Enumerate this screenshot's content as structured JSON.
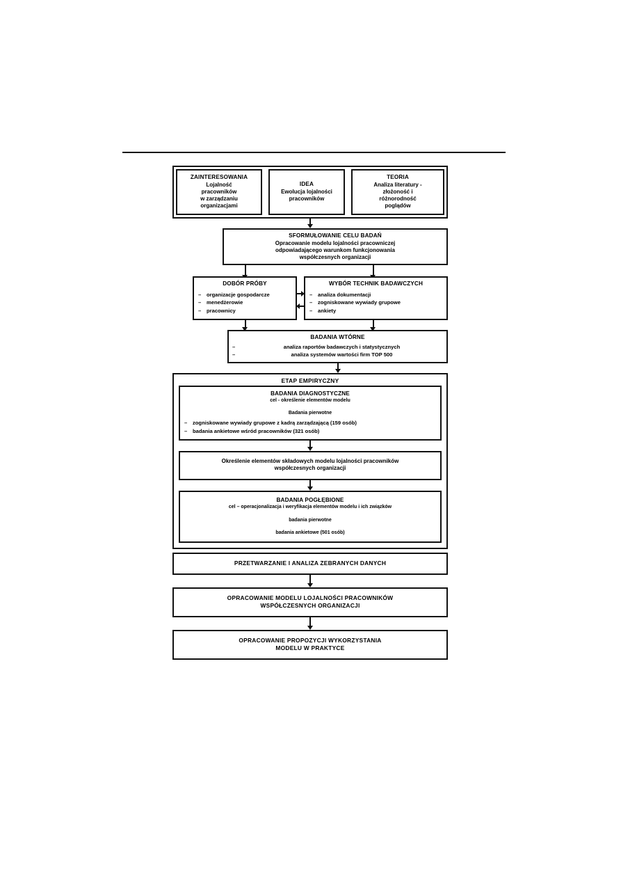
{
  "figure": {
    "type": "flowchart",
    "language": "pl",
    "orientation": "top-down",
    "rule_above": true
  },
  "inputs": {
    "interests": {
      "title": "ZAINTERESOWANIA",
      "lines": [
        "Lojalność",
        "pracowników",
        "w zarządzaniu",
        "organizacjami"
      ]
    },
    "idea": {
      "title": "IDEA",
      "lines": [
        "Ewolucja lojalności",
        "pracowników"
      ]
    },
    "theory": {
      "title": "TEORIA",
      "lines": [
        "Analiza literatury -",
        "złożoność i",
        "różnorodność",
        "poglądów"
      ]
    }
  },
  "goal": {
    "title": "SFORMUŁOWANIE CELU BADAŃ",
    "lines": [
      "Opracowanie modelu lojalności pracowniczej",
      "odpowiadającego warunkom funkcjonowania",
      "współczesnych organizacji"
    ]
  },
  "sample": {
    "title": "DOBÓR PRÓBY",
    "items": [
      "organizacje gospodarcze",
      "menedżerowie",
      "pracownicy"
    ]
  },
  "techniques": {
    "title": "WYBÓR TECHNIK BADAWCZYCH",
    "items": [
      "analiza dokumentacji",
      "zogniskowane wywiady grupowe",
      "ankiety"
    ]
  },
  "secondary": {
    "title": "BADANIA WTÓRNE",
    "items": [
      "analiza raportów badawczych i statystycznych",
      "analiza systemów wartości firm TOP 500"
    ]
  },
  "empirical": {
    "title": "ETAP EMPIRYCZNY",
    "diagnostic": {
      "title": "BADANIA DIAGNOSTYCZNE",
      "subtitle": "cel - określenie elementów modelu",
      "section_label": "Badania pierwotne",
      "items": [
        "zogniskowane wywiady grupowe z kadrą zarządzającą  (159 osób)",
        "badania ankietowe wśród pracowników  (321 osób)"
      ]
    },
    "elements": {
      "lines": [
        "Określenie elementów składowych modelu lojalności pracowników",
        "współczesnych organizacji"
      ]
    },
    "deep": {
      "title": "BADANIA POGŁĘBIONE",
      "subtitle": "cel – operacjonalizacja i weryfikacja elementów modelu i ich związków",
      "section_label": "badania pierwotne",
      "detail": "badania ankietowe (501 osób)"
    }
  },
  "processing": {
    "title": "PRZETWARZANIE I ANALIZA ZEBRANYCH DANYCH"
  },
  "model": {
    "lines": [
      "OPRACOWANIE MODELU LOJALNOŚCI PRACOWNIKÓW",
      "WSPÓŁCZESNYCH ORGANIZACJI"
    ]
  },
  "practice": {
    "lines": [
      "OPRACOWANIE PROPOZYCJI WYKORZYSTANIA",
      "MODELU W PRAKTYCE"
    ]
  },
  "colors": {
    "ink": "#111111",
    "paper": "#ffffff"
  }
}
